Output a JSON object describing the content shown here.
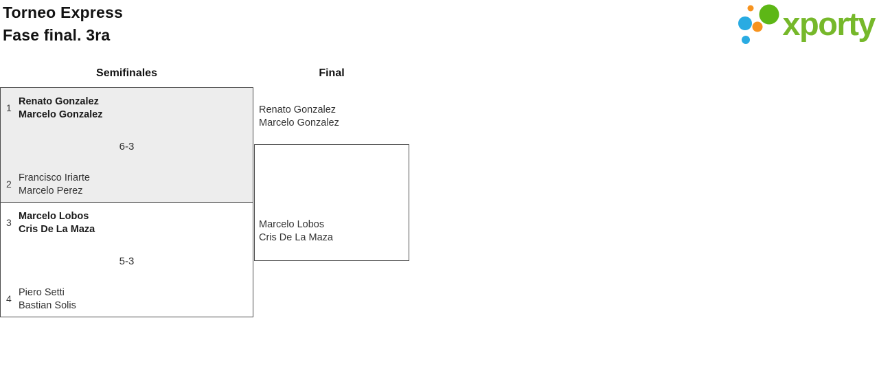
{
  "header": {
    "title_line1": "Torneo Express",
    "title_line2": "Fase final. 3ra"
  },
  "logo": {
    "text": "xporty"
  },
  "columns": {
    "semifinals_label": "Semifinales",
    "final_label": "Final"
  },
  "bracket": {
    "semifinals": [
      {
        "seed_top": "1",
        "team_top": [
          "Renato Gonzalez",
          "Marcelo Gonzalez"
        ],
        "score": "6-3",
        "seed_bottom": "2",
        "team_bottom": [
          "Francisco Iriarte",
          "Marcelo Perez"
        ],
        "winner": "top"
      },
      {
        "seed_top": "3",
        "team_top": [
          "Marcelo Lobos",
          "Cris De La Maza"
        ],
        "score": "5-3",
        "seed_bottom": "4",
        "team_bottom": [
          "Piero Setti",
          "Bastian Solis"
        ],
        "winner": "top"
      }
    ],
    "final": {
      "team_top": [
        "Renato Gonzalez",
        "Marcelo Gonzalez"
      ],
      "team_bottom": [
        "Marcelo Lobos",
        "Cris De La Maza"
      ]
    }
  },
  "colors": {
    "brand_green": "#76b82a",
    "logo_blue": "#29abe2",
    "logo_orange": "#f7931e",
    "match_alt_background": "#ededed",
    "border": "#4b4b4b"
  }
}
